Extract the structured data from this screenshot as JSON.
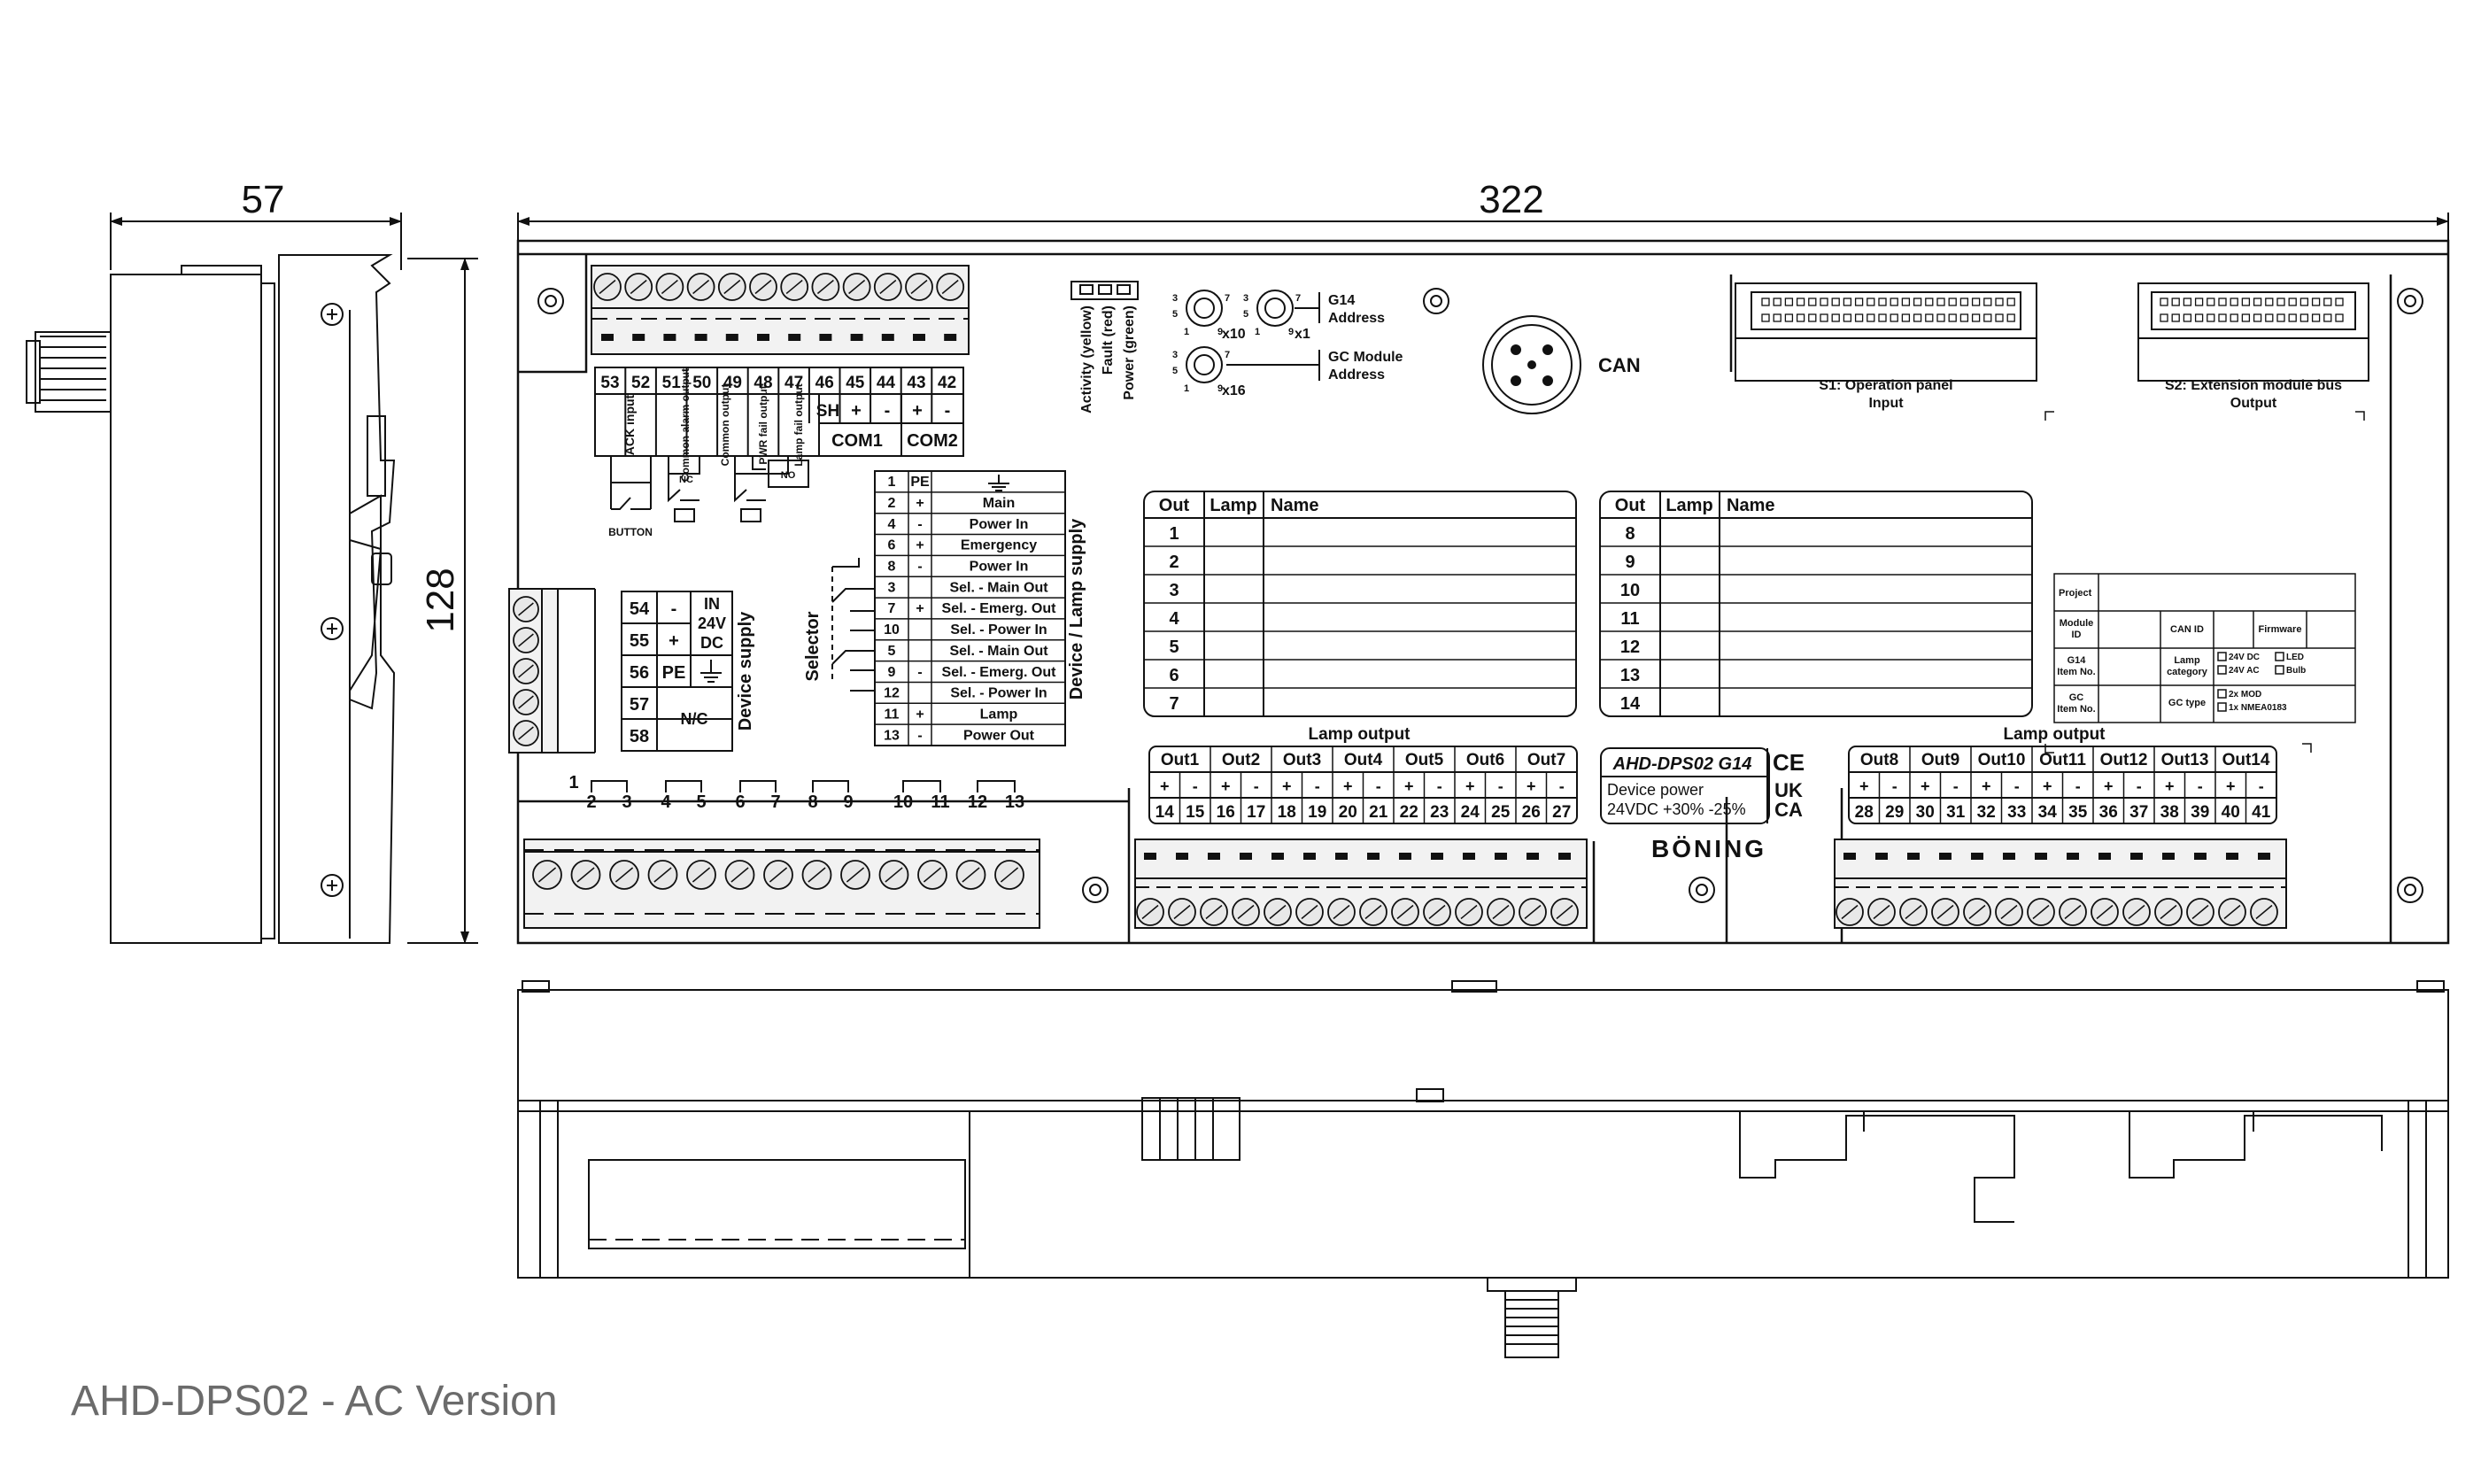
{
  "caption": "AHD-DPS02 - AC Version",
  "dimensions": {
    "width_side": "57",
    "width_top": "322",
    "height": "128"
  },
  "terminals_top": {
    "numbers": [
      "53",
      "52",
      "51",
      "50",
      "49",
      "48",
      "47",
      "46",
      "45",
      "44",
      "43",
      "42"
    ],
    "row2": {
      "sh": "SH",
      "com1_plus": "+",
      "com1_minus": "-",
      "com2_plus": "+",
      "com2_minus": "-"
    },
    "labels": {
      "ack": "ACK input",
      "common_alarm": "Common alarm output",
      "common_output": "Common output",
      "pwr_fail": "PWR fail output",
      "lamp_fail": "Lamp fail output",
      "com1": "COM1",
      "com2": "COM2"
    },
    "button": "BUTTON",
    "nc": "NC",
    "no": "NO"
  },
  "leds": {
    "activity": "Activity (yellow)",
    "fault": "Fault (red)",
    "power": "Power (green)"
  },
  "switches": {
    "g14_address": [
      "G14",
      "Address"
    ],
    "gc_address": [
      "GC Module",
      "Address"
    ],
    "x10": "x10",
    "x1": "x1",
    "x16": "x16",
    "dial_digits": [
      "3",
      "7",
      "5",
      "1",
      "9"
    ]
  },
  "can_label": "CAN",
  "s1": [
    "S1: Operation panel",
    "Input"
  ],
  "s2": [
    "S2: Extension module bus",
    "Output"
  ],
  "device_supply": {
    "title": "Device supply",
    "rows": [
      {
        "n": "54",
        "s": "-"
      },
      {
        "n": "55",
        "s": "+"
      },
      {
        "n": "56",
        "s": "PE"
      },
      {
        "n": "57",
        "s": ""
      },
      {
        "n": "58",
        "s": ""
      }
    ],
    "in_label": [
      "IN",
      "24V",
      "DC"
    ],
    "nc_label": "N/C"
  },
  "lamp_supply": {
    "title": "Device / Lamp supply",
    "selector": "Selector",
    "rows": [
      {
        "n": "1",
        "s": "PE",
        "d": ""
      },
      {
        "n": "2",
        "s": "+",
        "d": "Main"
      },
      {
        "n": "4",
        "s": "-",
        "d": "Power In"
      },
      {
        "n": "6",
        "s": "+",
        "d": "Emergency"
      },
      {
        "n": "8",
        "s": "-",
        "d": "Power In"
      },
      {
        "n": "3",
        "s": "",
        "d": "Sel. - Main Out"
      },
      {
        "n": "7",
        "s": "+",
        "d": "Sel. - Emerg. Out"
      },
      {
        "n": "10",
        "s": "",
        "d": "Sel. - Power In"
      },
      {
        "n": "5",
        "s": "",
        "d": "Sel. - Main Out"
      },
      {
        "n": "9",
        "s": "-",
        "d": "Sel. - Emerg. Out"
      },
      {
        "n": "12",
        "s": "",
        "d": "Sel. - Power In"
      },
      {
        "n": "11",
        "s": "+",
        "d": "Lamp"
      },
      {
        "n": "13",
        "s": "-",
        "d": "Power Out"
      }
    ]
  },
  "bottom_left_terminals": {
    "first": "1",
    "numbers": [
      "2",
      "3",
      "4",
      "5",
      "6",
      "7",
      "8",
      "9",
      "10",
      "11",
      "12",
      "13"
    ]
  },
  "lamp_table_headers": [
    "Out",
    "Lamp",
    "Name"
  ],
  "lamp_table_1": [
    "1",
    "2",
    "3",
    "4",
    "5",
    "6",
    "7"
  ],
  "lamp_table_2": [
    "8",
    "9",
    "10",
    "11",
    "12",
    "13",
    "14"
  ],
  "lamp_output_label": "Lamp output",
  "outputs_1": {
    "labels": [
      "Out1",
      "Out2",
      "Out3",
      "Out4",
      "Out5",
      "Out6",
      "Out7"
    ],
    "pins": [
      "14",
      "15",
      "16",
      "17",
      "18",
      "19",
      "20",
      "21",
      "22",
      "23",
      "24",
      "25",
      "26",
      "27"
    ]
  },
  "outputs_2": {
    "labels": [
      "Out8",
      "Out9",
      "Out10",
      "Out11",
      "Out12",
      "Out13",
      "Out14"
    ],
    "pins": [
      "28",
      "29",
      "30",
      "31",
      "32",
      "33",
      "34",
      "35",
      "36",
      "37",
      "38",
      "39",
      "40",
      "41"
    ]
  },
  "polarity": [
    "+",
    "-"
  ],
  "label_box": {
    "model": "AHD-DPS02 G14",
    "line1": "Device power",
    "line2": "24VDC +30% -25%",
    "ce": "CE",
    "ukca": [
      "UK",
      "CA"
    ]
  },
  "brand": "BÖNING",
  "info_box": {
    "project": "Project",
    "module_id": [
      "Module",
      "ID"
    ],
    "can_id": "CAN ID",
    "firmware": "Firmware",
    "g14_item": [
      "G14",
      "Item No."
    ],
    "lamp_category": [
      "Lamp",
      "category"
    ],
    "opt_24dc": "24V DC",
    "opt_24ac": "24V AC",
    "opt_led": "LED",
    "opt_bulb": "Bulb",
    "gc_item": [
      "GC",
      "Item No."
    ],
    "gc_type": "GC type",
    "opt_mod": "2x MOD",
    "opt_nmea": "1x NMEA0183"
  },
  "colors": {
    "line": "#111111",
    "caption": "#6b6b6b",
    "connector_fill": "#f2f2f2",
    "screw_fill": "#e8e8e8"
  }
}
